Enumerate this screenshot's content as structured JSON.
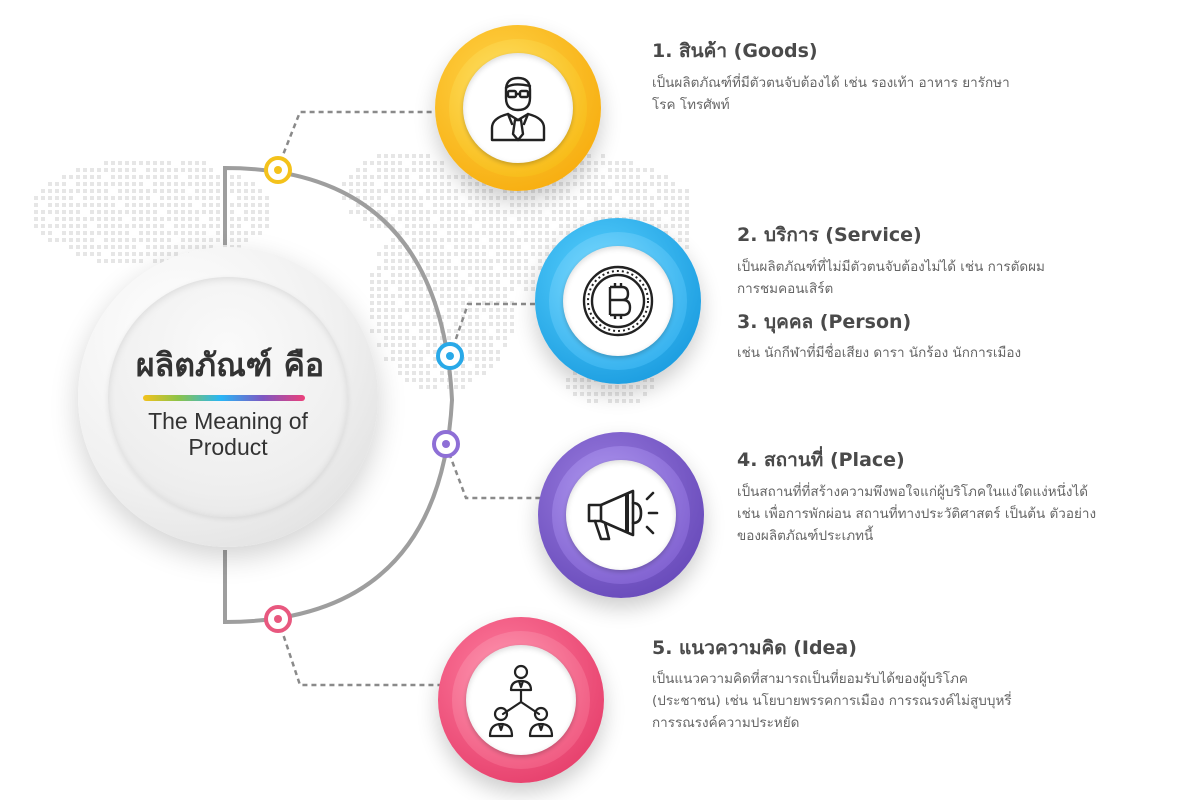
{
  "center": {
    "title": "ผลิตภัณฑ์ คือ",
    "subtitle": "The Meaning of Product",
    "gradient_colors": [
      "#f4c21b",
      "#8bc34a",
      "#29b6f6",
      "#7e57c2",
      "#ec407a"
    ]
  },
  "items": [
    {
      "title": "1. สินค้า (Goods)",
      "description": "เป็นผลิตภัณฑ์ที่มีตัวตนจับต้องได้ เช่น รองเท้า อาหาร ยารักษาโรค โทรศัพท์",
      "icon": "businessman-icon",
      "color": "#f7b500"
    },
    {
      "title": "2. บริการ (Service)",
      "description": "เป็นผลิตภัณฑ์ที่ไม่มีตัวตนจับต้องไม่ได้ เช่น การตัดผม การชมคอนเสิร์ต",
      "icon": "bitcoin-coin-icon",
      "color": "#1ea7e6"
    },
    {
      "title": "3. บุคคล (Person)",
      "description": "เช่น นักกีฬาที่มีชื่อเสียง ดารา นักร้อง นักการเมือง",
      "icon": "",
      "color": "#1ea7e6"
    },
    {
      "title": "4. สถานที่ (Place)",
      "description": "เป็นสถานที่ที่สร้างความพึงพอใจแก่ผู้บริโภคในแง่ใดแง่หนึ่งได้ เช่น เพื่อการพักผ่อน สถานที่ทางประวัติศาสตร์ เป็นต้น ตัวอย่างของผลิตภัณฑ์ประเภทนี้",
      "icon": "megaphone-icon",
      "color": "#6d4cc2"
    },
    {
      "title": "5. แนวความคิด (Idea)",
      "description": "เป็นแนวความคิดที่สามารถเป็นที่ยอมรับได้ของผู้บริโภค (ประชาชน) เช่น นโยบายพรรคการเมือง การรณรงค์ไม่สูบบุหรี่ การรณรงค์ความประหยัด",
      "icon": "team-hierarchy-icon",
      "color": "#e8416c"
    }
  ]
}
